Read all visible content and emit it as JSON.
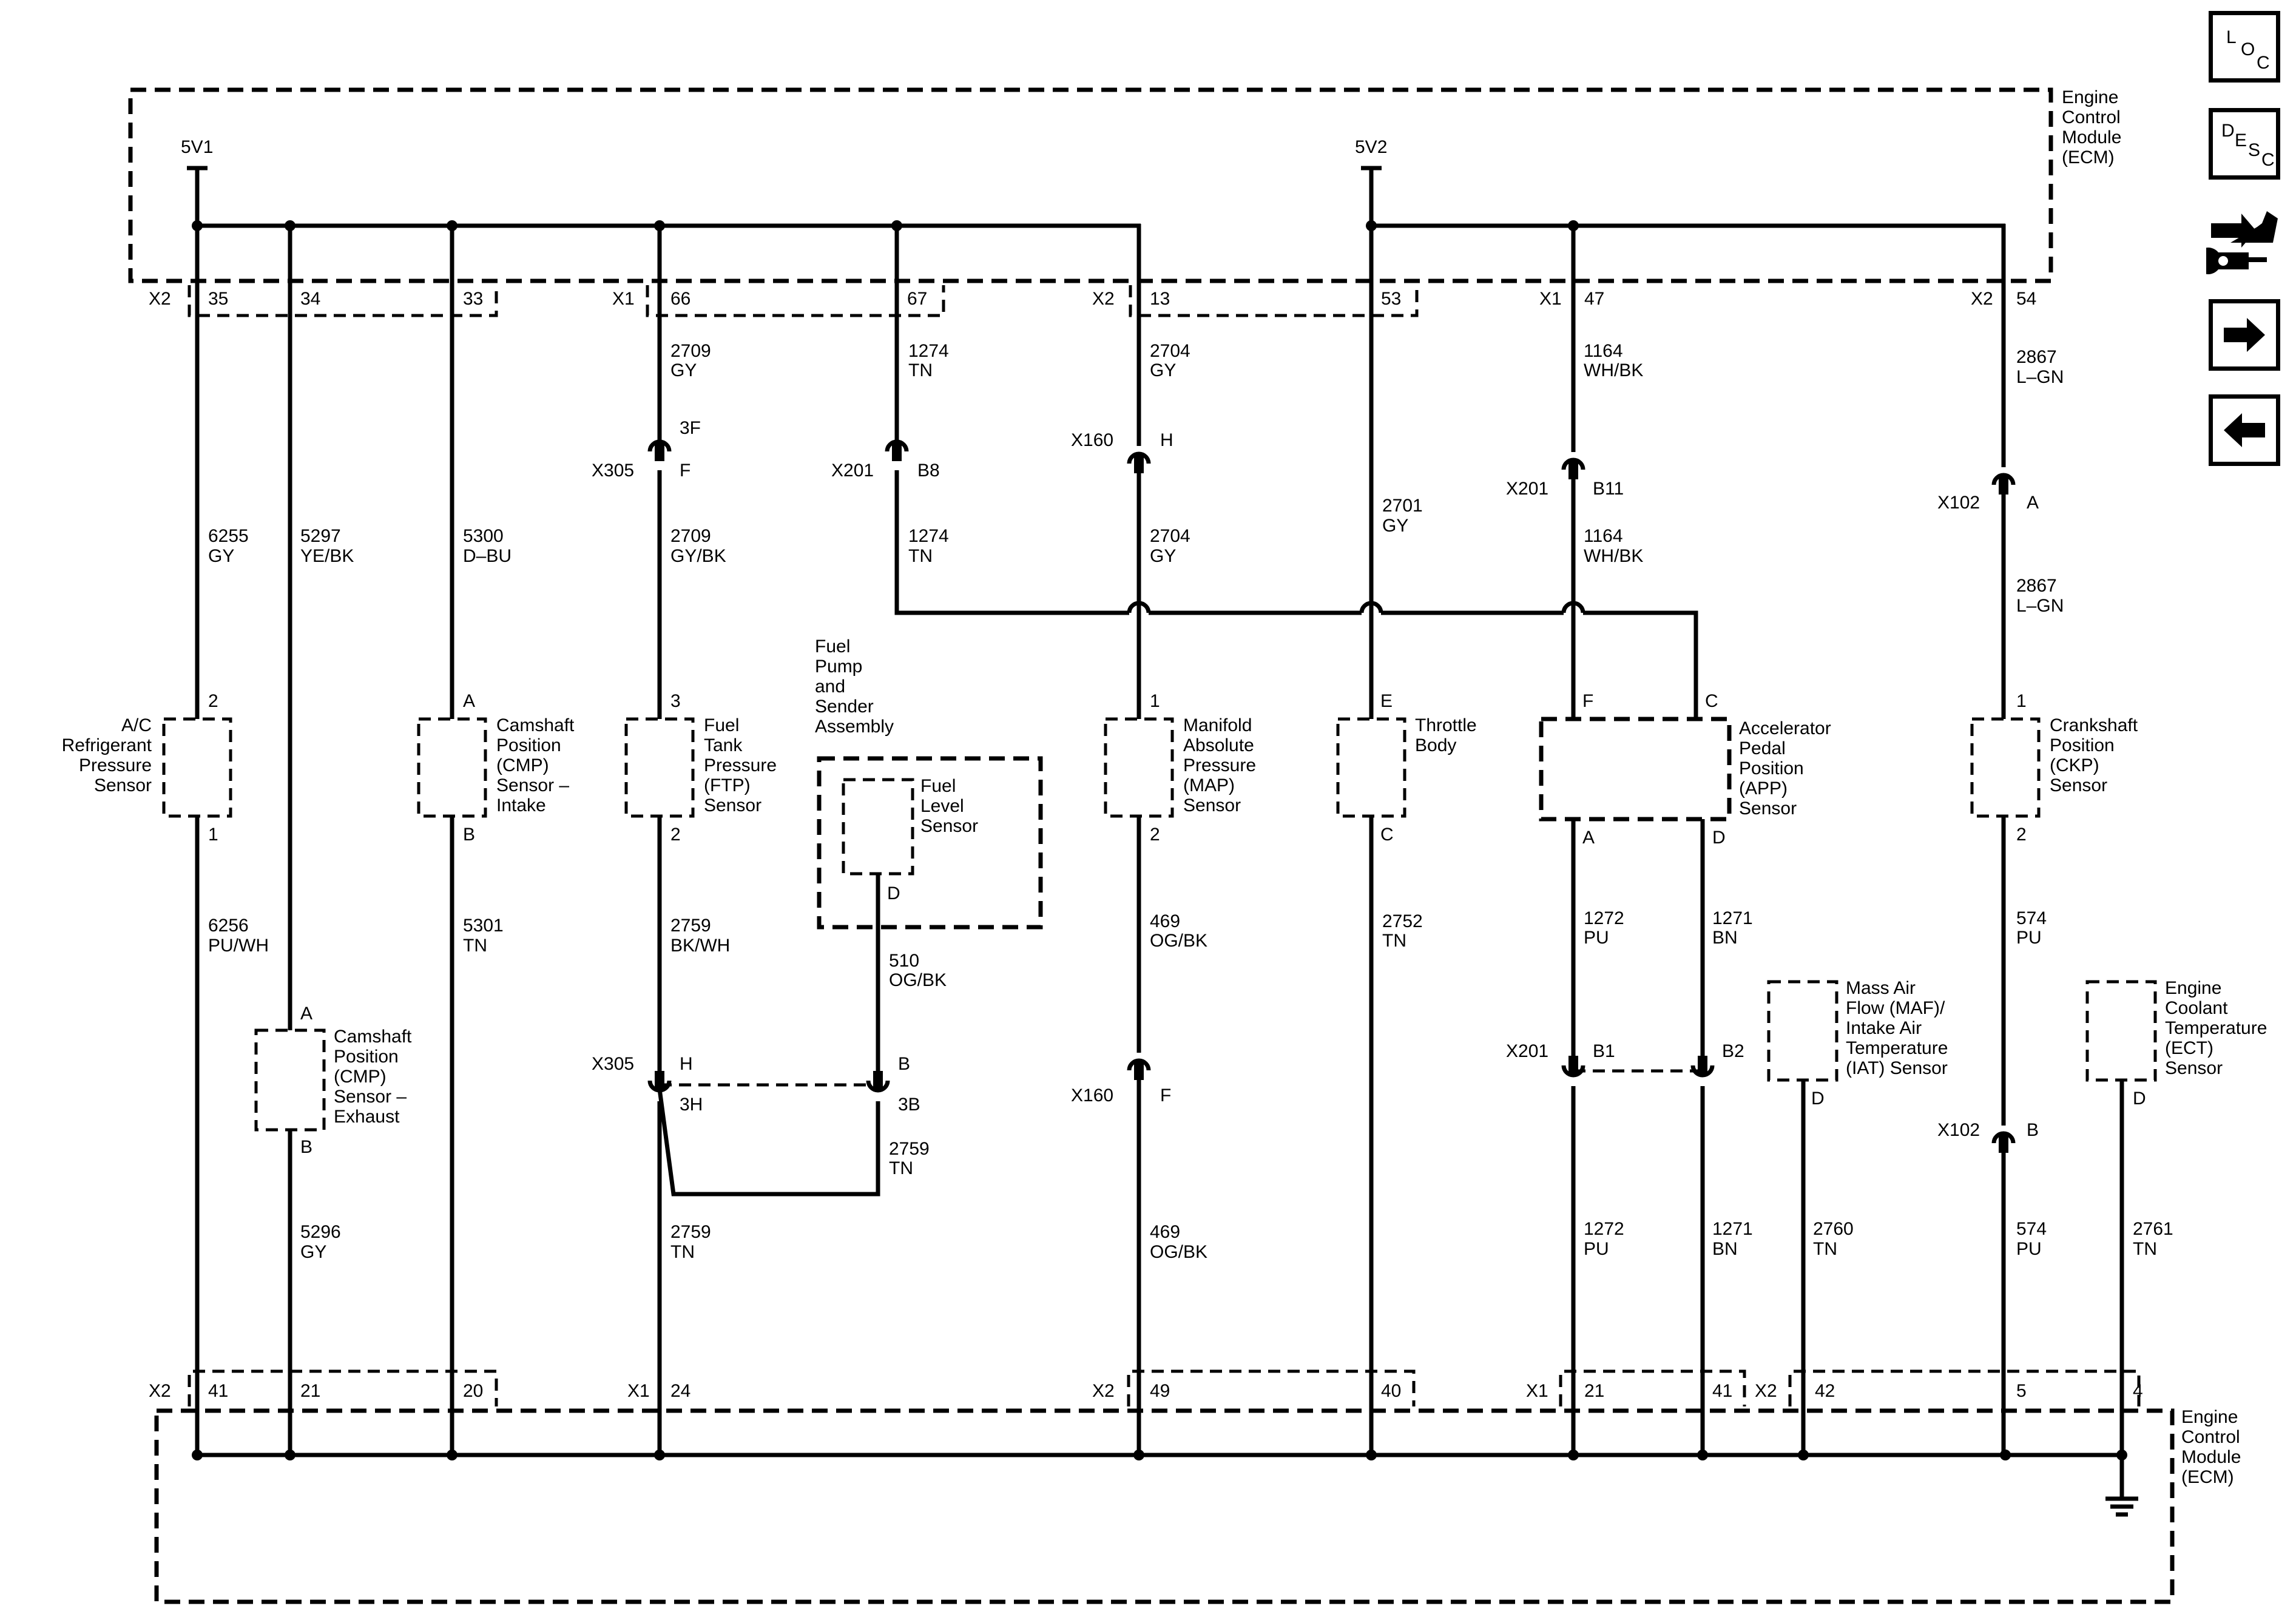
{
  "ecm": {
    "lines": [
      "Engine",
      "Control",
      "Module",
      "(ECM)"
    ]
  },
  "power": {
    "v1": "5V1",
    "v2": "5V2"
  },
  "top_connectors": [
    "X2",
    "35",
    "34",
    "33",
    "X1",
    "66",
    "67",
    "X2",
    "13",
    "53",
    "X1",
    "47",
    "X2",
    "54"
  ],
  "bottom_connectors": [
    "X2",
    "41",
    "21",
    "20",
    "X1",
    "24",
    "X2",
    "49",
    "40",
    "X1",
    "21",
    "41",
    "X2",
    "42",
    "5",
    "4"
  ],
  "wires": [
    [
      "6255",
      "GY"
    ],
    [
      "5297",
      "YE/BK"
    ],
    [
      "5300",
      "D–BU"
    ],
    [
      "2709",
      "GY"
    ],
    [
      "2709",
      "GY/BK"
    ],
    [
      "1274",
      "TN"
    ],
    [
      "1274",
      "TN"
    ],
    [
      "2704",
      "GY"
    ],
    [
      "2704",
      "GY"
    ],
    [
      "2701",
      "GY"
    ],
    [
      "1164",
      "WH/BK"
    ],
    [
      "1164",
      "WH/BK"
    ],
    [
      "2867",
      "L–GN"
    ],
    [
      "2867",
      "L–GN"
    ],
    [
      "6256",
      "PU/WH"
    ],
    [
      "5301",
      "TN"
    ],
    [
      "2759",
      "BK/WH"
    ],
    [
      "510",
      "OG/BK"
    ],
    [
      "469",
      "OG/BK"
    ],
    [
      "2752",
      "TN"
    ],
    [
      "1272",
      "PU"
    ],
    [
      "1271",
      "BN"
    ],
    [
      "574",
      "PU"
    ],
    [
      "5296",
      "GY"
    ],
    [
      "2759",
      "TN"
    ],
    [
      "2759",
      "TN"
    ],
    [
      "469",
      "OG/BK"
    ],
    [
      "1272",
      "PU"
    ],
    [
      "1271",
      "BN"
    ],
    [
      "2760",
      "TN"
    ],
    [
      "574",
      "PU"
    ],
    [
      "2761",
      "TN"
    ]
  ],
  "inline": [
    "X305",
    "3F",
    "F",
    "X201",
    "B8",
    "X160",
    "H",
    "X201",
    "B11",
    "X102",
    "A",
    "X305",
    "H",
    "B",
    "3H",
    "3B",
    "X160",
    "F",
    "X201",
    "B1",
    "B2",
    "X102",
    "B"
  ],
  "pins": [
    "2",
    "1",
    "A",
    "B",
    "3",
    "2",
    "1",
    "2",
    "E",
    "C",
    "F",
    "C",
    "A",
    "D",
    "1",
    "2",
    "D",
    "A",
    "B",
    "D",
    "D",
    "A"
  ],
  "components": {
    "ac": [
      "A/C",
      "Refrigerant",
      "Pressure",
      "Sensor"
    ],
    "cmp_intake": [
      "Camshaft",
      "Position",
      "(CMP)",
      "Sensor –",
      "Intake"
    ],
    "ftp": [
      "Fuel",
      "Tank",
      "Pressure",
      "(FTP)",
      "Sensor"
    ],
    "fuel_pump": [
      "Fuel",
      "Pump",
      "and",
      "Sender",
      "Assembly"
    ],
    "fuel_level": [
      "Fuel",
      "Level",
      "Sensor"
    ],
    "map": [
      "Manifold",
      "Absolute",
      "Pressure",
      "(MAP)",
      "Sensor"
    ],
    "throttle": [
      "Throttle",
      "Body"
    ],
    "app": [
      "Accelerator",
      "Pedal",
      "Position",
      "(APP)",
      "Sensor"
    ],
    "ckp": [
      "Crankshaft",
      "Position",
      "(CKP)",
      "Sensor"
    ],
    "cmp_exhaust": [
      "Camshaft",
      "Position",
      "(CMP)",
      "Sensor –",
      "Exhaust"
    ],
    "maf": [
      "Mass Air",
      "Flow (MAF)/",
      "Intake Air",
      "Temperature",
      "(IAT) Sensor"
    ],
    "ect": [
      "Engine",
      "Coolant",
      "Temperature",
      "(ECT)",
      "Sensor"
    ]
  },
  "nav": {
    "loc": [
      "L",
      "O",
      "C"
    ],
    "desc": [
      "D",
      "E",
      "S",
      "C"
    ],
    "connector_icon": "connector-end-view-icon",
    "next_icon": "arrow-right-icon",
    "prev_icon": "arrow-left-icon"
  }
}
